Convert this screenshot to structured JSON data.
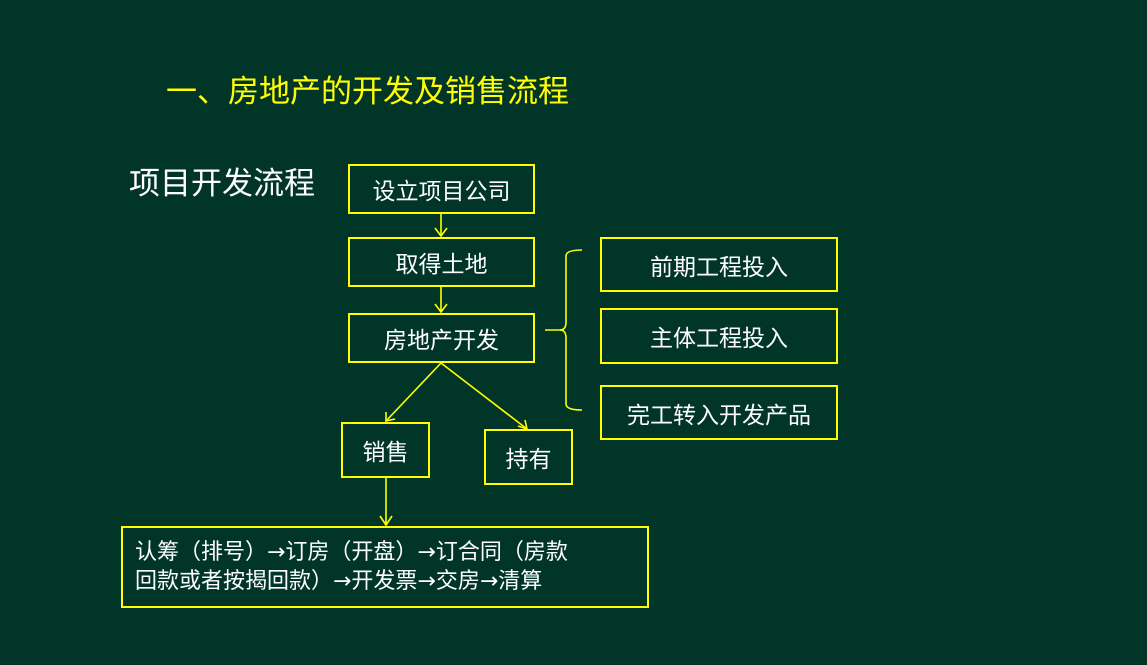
{
  "title": "一、房地产的开发及销售流程",
  "subtitle": "项目开发流程",
  "colors": {
    "background": "#013528",
    "accent": "#FFFF00",
    "text": "#FFFFFF"
  },
  "flow": {
    "step1": "设立项目公司",
    "step2": "取得土地",
    "step3": "房地产开发",
    "branch_sell": "销售",
    "branch_hold": "持有"
  },
  "development_stages": [
    {
      "label": "前期工程投入"
    },
    {
      "label": "主体工程投入"
    },
    {
      "label": "完工转入开发产品"
    }
  ],
  "sales_process": {
    "line1": "认筹（排号）→订房（开盘）→订合同（房款",
    "line2": "回款或者按揭回款）→开发票→交房→清算"
  }
}
